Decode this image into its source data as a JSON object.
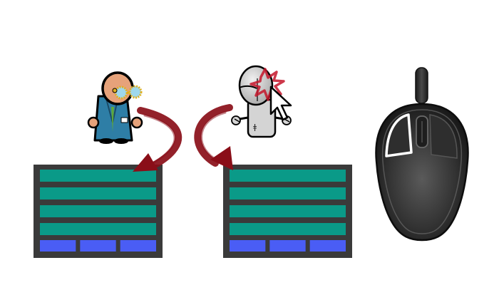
{
  "colors": {
    "panel_bg": "#3a3a3a",
    "row": "#0a9a88",
    "button": "#4a5df5",
    "arrow": "#8a0e18",
    "coat": "#2e7ea6",
    "skin": "#e6a27a",
    "goggles": "#e0b020",
    "robot_body": "#d4d4d4",
    "spark": "#c4152a",
    "mouse_body": "#2c2c2c",
    "mouse_outline": "#ffffff"
  },
  "diagram": {
    "left_panel": {
      "rows": 4,
      "buttons": 3,
      "actor_icon": "scientist-icon"
    },
    "right_panel": {
      "rows": 4,
      "buttons": 3,
      "actor_icon": "robot-cursor-icon"
    },
    "left_arrow_icon": "curved-arrow-icon",
    "right_arrow_icon": "curved-arrow-icon",
    "device_icon": "computer-mouse-icon",
    "highlighted_button": "left-click"
  }
}
